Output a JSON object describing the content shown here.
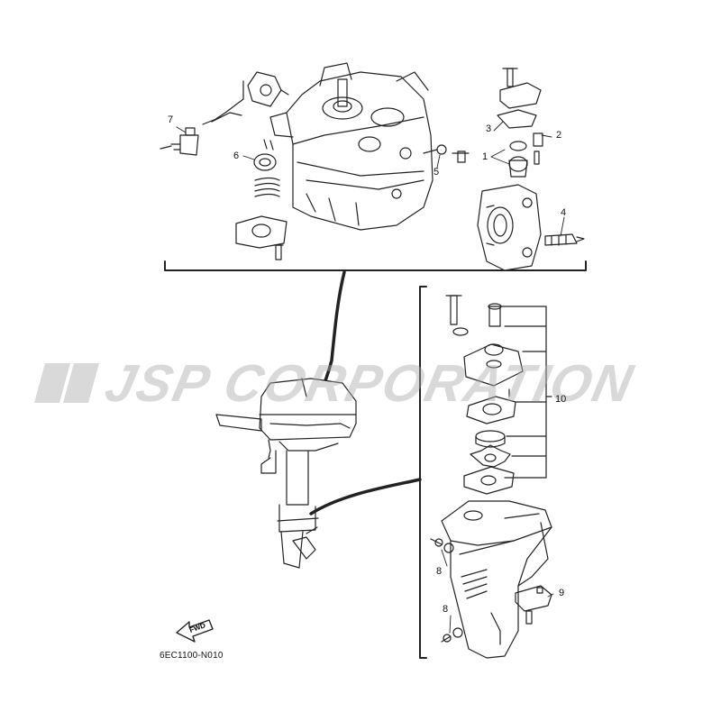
{
  "diagram": {
    "figure_code": "6EC1100-N010",
    "watermark": "JSP CORPORATION",
    "fwd_label": "FWD",
    "callouts": {
      "c1": "1",
      "c2": "2",
      "c3": "3",
      "c4": "4",
      "c5": "5",
      "c6": "6",
      "c7": "7",
      "c8a": "8",
      "c8b": "8",
      "c9": "9",
      "c10": "10"
    }
  },
  "colors": {
    "line": "#222222",
    "watermark": "#aaaaaa",
    "background": "#ffffff"
  }
}
